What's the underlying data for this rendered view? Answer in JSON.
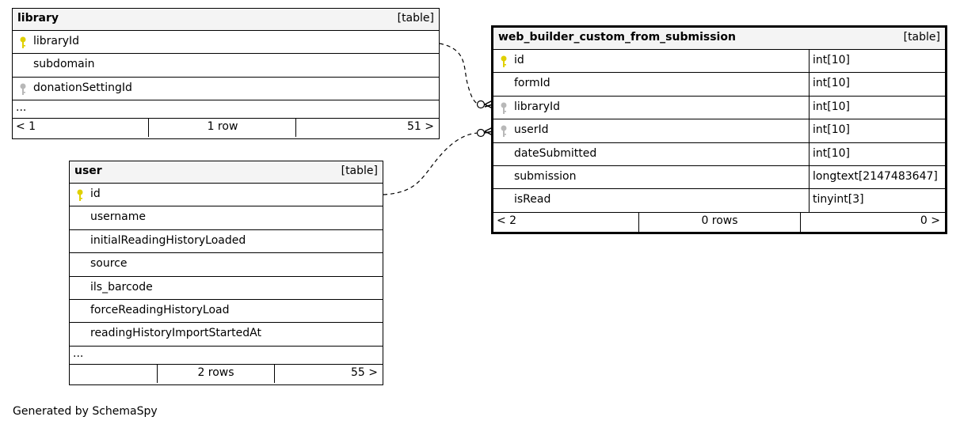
{
  "diagram": {
    "tables": {
      "library": {
        "name": "library",
        "kind": "[table]",
        "columns": [
          {
            "name": "libraryId",
            "key": "primary"
          },
          {
            "name": "subdomain",
            "key": "none"
          },
          {
            "name": "donationSettingId",
            "key": "foreign"
          }
        ],
        "ellipsis": "...",
        "footer": {
          "left": "< 1",
          "center": "1 row",
          "right": "51 >"
        }
      },
      "user": {
        "name": "user",
        "kind": "[table]",
        "columns": [
          {
            "name": "id",
            "key": "primary"
          },
          {
            "name": "username",
            "key": "none"
          },
          {
            "name": "initialReadingHistoryLoaded",
            "key": "none"
          },
          {
            "name": "source",
            "key": "none"
          },
          {
            "name": "ils_barcode",
            "key": "none"
          },
          {
            "name": "forceReadingHistoryLoad",
            "key": "none"
          },
          {
            "name": "readingHistoryImportStartedAt",
            "key": "none"
          }
        ],
        "ellipsis": "...",
        "footer": {
          "left": "",
          "center": "2 rows",
          "right": "55 >"
        }
      },
      "submission": {
        "name": "web_builder_custom_from_submission",
        "kind": "[table]",
        "columns": [
          {
            "name": "id",
            "type": "int[10]",
            "key": "primary"
          },
          {
            "name": "formId",
            "type": "int[10]",
            "key": "none"
          },
          {
            "name": "libraryId",
            "type": "int[10]",
            "key": "foreign"
          },
          {
            "name": "userId",
            "type": "int[10]",
            "key": "foreign"
          },
          {
            "name": "dateSubmitted",
            "type": "int[10]",
            "key": "none"
          },
          {
            "name": "submission",
            "type": "longtext[2147483647]",
            "key": "none"
          },
          {
            "name": "isRead",
            "type": "tinyint[3]",
            "key": "none"
          }
        ],
        "footer": {
          "left": "< 2",
          "center": "0 rows",
          "right": "0 >"
        }
      }
    },
    "relationships": [
      {
        "from": "library.libraryId",
        "to": "web_builder_custom_from_submission.libraryId",
        "style": "dashed",
        "cardinality": "zero-or-many"
      },
      {
        "from": "user.id",
        "to": "web_builder_custom_from_submission.userId",
        "style": "dashed",
        "cardinality": "zero-or-many"
      }
    ],
    "colors": {
      "primary_key": "#e0d000",
      "foreign_key": "#b8b8b8",
      "header_bg": "#f4f4f4",
      "border": "#000000"
    },
    "caption": "Generated by SchemaSpy"
  }
}
